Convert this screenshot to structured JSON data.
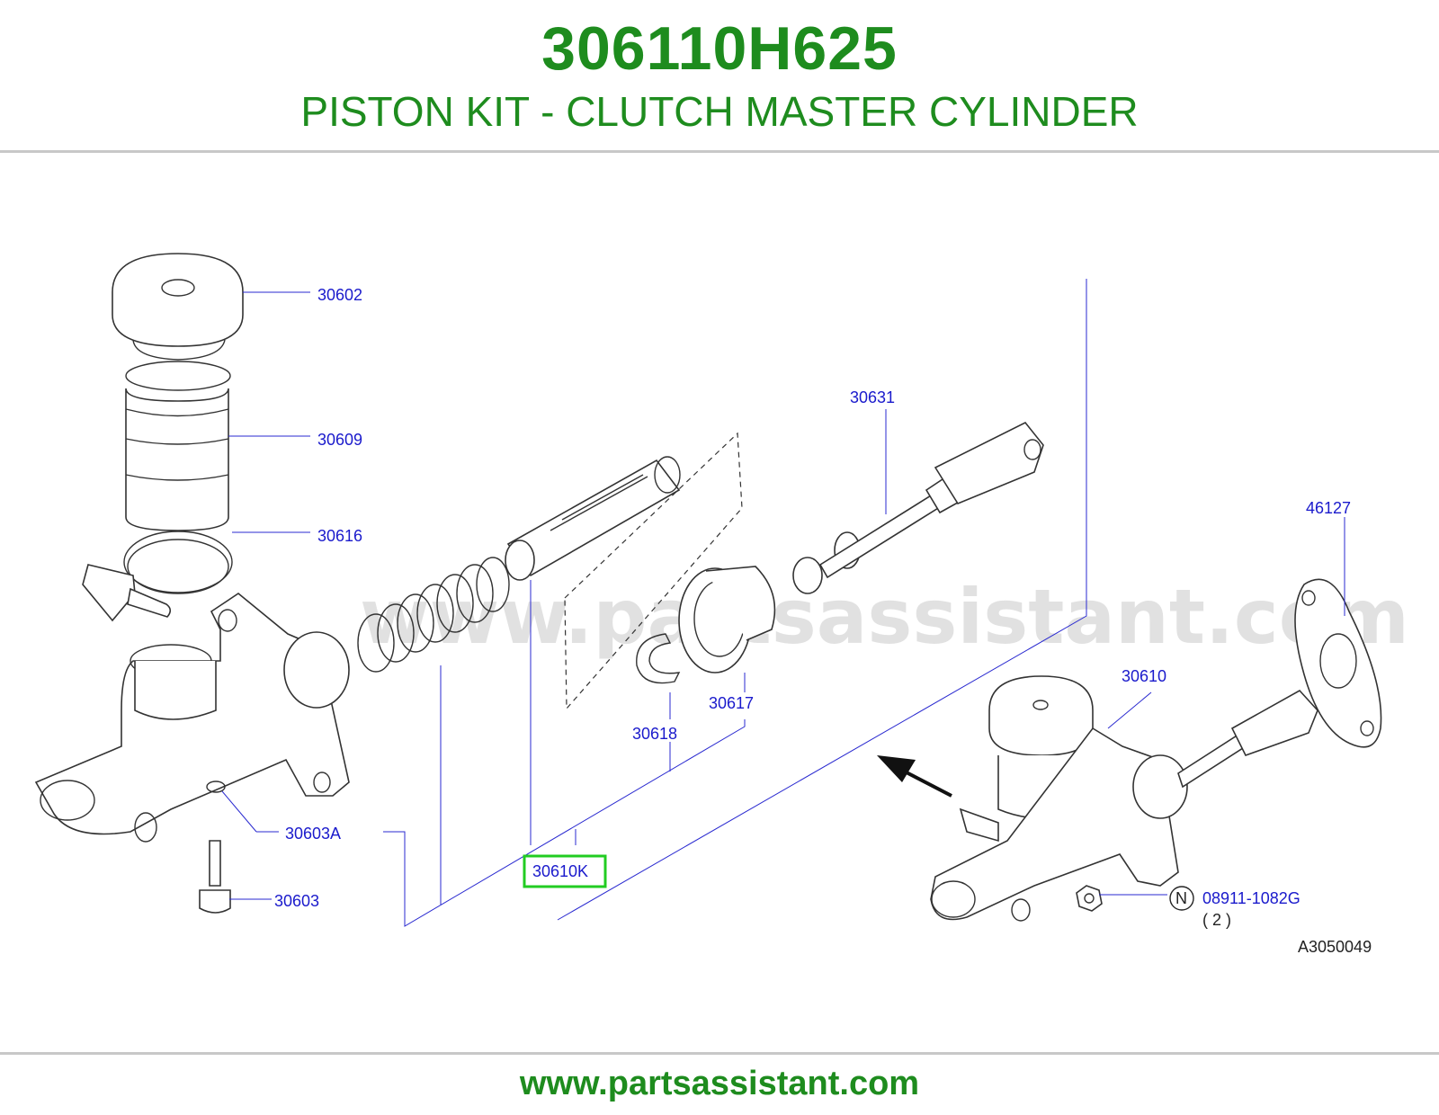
{
  "header": {
    "part_number": "306110H625",
    "description": "PISTON KIT - CLUTCH MASTER CYLINDER"
  },
  "watermark": "www.partsassistant.com",
  "footer": {
    "url": "www.partsassistant.com"
  },
  "diagram": {
    "labels": {
      "l30602": "30602",
      "l30609": "30609",
      "l30616": "30616",
      "l30631": "30631",
      "l46127": "46127",
      "l30610": "30610",
      "l30617": "30617",
      "l30618": "30618",
      "l30603A": "30603A",
      "l30603": "30603",
      "l30610K": "30610K",
      "l08911": "08911-1082G",
      "qty_marker": "N",
      "qty": "( 2 )"
    },
    "reference_code": "A3050049",
    "highlight_label": "30610K"
  },
  "colors": {
    "brand_green": "#1e8c1e",
    "label_blue": "#1a1acc",
    "highlight_box": "#22cc22"
  }
}
